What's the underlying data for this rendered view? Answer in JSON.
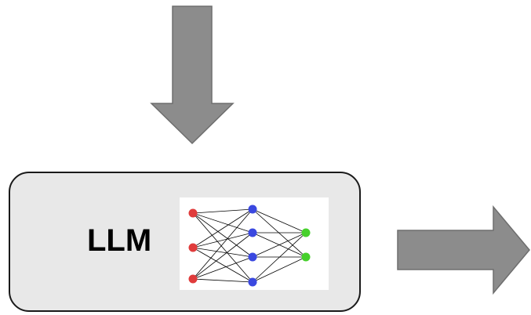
{
  "box": {
    "label": "LLM"
  },
  "colors": {
    "arrow_fill": "#8c8c8c",
    "arrow_stroke": "#6e6e6e",
    "box_fill": "#e8e8e8",
    "box_border": "#1a1a1a",
    "input_node": "#e03b3b",
    "hidden_node": "#3a48e0",
    "output_node": "#46d02c",
    "edge": "#000000"
  },
  "icons": {
    "down_arrow": "arrow-down-icon",
    "right_arrow": "arrow-right-icon",
    "network": "neural-network-icon"
  },
  "network": {
    "layers": [
      3,
      4,
      2
    ]
  }
}
